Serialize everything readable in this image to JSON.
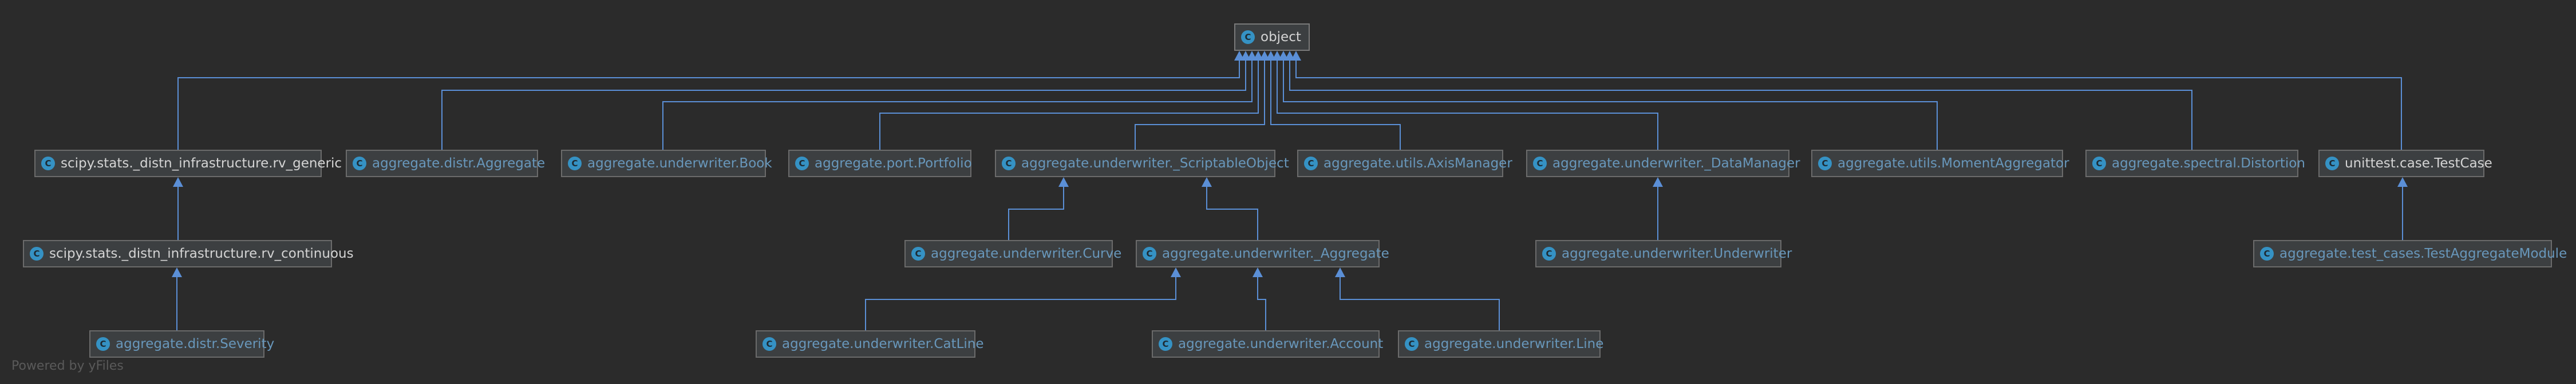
{
  "diagram": {
    "watermark": "Powered by yFiles",
    "icon_letter": "C",
    "edge_color": "#5b8fd6",
    "nodes": [
      {
        "id": "object",
        "label": "object",
        "kind": "lib"
      },
      {
        "id": "rv_generic",
        "label": "scipy.stats._distn_infrastructure.rv_generic",
        "kind": "lib"
      },
      {
        "id": "agg_distr_aggregate",
        "label": "aggregate.distr.Aggregate",
        "kind": "proj"
      },
      {
        "id": "uw_book",
        "label": "aggregate.underwriter.Book",
        "kind": "proj"
      },
      {
        "id": "port_portfolio",
        "label": "aggregate.port.Portfolio",
        "kind": "proj"
      },
      {
        "id": "uw_scriptable",
        "label": "aggregate.underwriter._ScriptableObject",
        "kind": "proj"
      },
      {
        "id": "utils_axis",
        "label": "aggregate.utils.AxisManager",
        "kind": "proj"
      },
      {
        "id": "uw_datamanager",
        "label": "aggregate.underwriter._DataManager",
        "kind": "proj"
      },
      {
        "id": "utils_moment",
        "label": "aggregate.utils.MomentAggregator",
        "kind": "proj"
      },
      {
        "id": "spectral_distortion",
        "label": "aggregate.spectral.Distortion",
        "kind": "proj"
      },
      {
        "id": "unittest_testcase",
        "label": "unittest.case.TestCase",
        "kind": "lib"
      },
      {
        "id": "rv_continuous",
        "label": "scipy.stats._distn_infrastructure.rv_continuous",
        "kind": "lib"
      },
      {
        "id": "uw_curve",
        "label": "aggregate.underwriter.Curve",
        "kind": "proj"
      },
      {
        "id": "uw_aggregate",
        "label": "aggregate.underwriter._Aggregate",
        "kind": "proj"
      },
      {
        "id": "uw_underwriter",
        "label": "aggregate.underwriter.Underwriter",
        "kind": "proj"
      },
      {
        "id": "test_module",
        "label": "aggregate.test_cases.TestAggregateModule",
        "kind": "proj"
      },
      {
        "id": "distr_severity",
        "label": "aggregate.distr.Severity",
        "kind": "proj"
      },
      {
        "id": "uw_catline",
        "label": "aggregate.underwriter.CatLine",
        "kind": "proj"
      },
      {
        "id": "uw_account",
        "label": "aggregate.underwriter.Account",
        "kind": "proj"
      },
      {
        "id": "uw_line",
        "label": "aggregate.underwriter.Line",
        "kind": "proj"
      }
    ],
    "edges": [
      {
        "from": "rv_generic",
        "to": "object"
      },
      {
        "from": "agg_distr_aggregate",
        "to": "object"
      },
      {
        "from": "uw_book",
        "to": "object"
      },
      {
        "from": "port_portfolio",
        "to": "object"
      },
      {
        "from": "uw_scriptable",
        "to": "object"
      },
      {
        "from": "utils_axis",
        "to": "object"
      },
      {
        "from": "uw_datamanager",
        "to": "object"
      },
      {
        "from": "utils_moment",
        "to": "object"
      },
      {
        "from": "spectral_distortion",
        "to": "object"
      },
      {
        "from": "unittest_testcase",
        "to": "object"
      },
      {
        "from": "rv_continuous",
        "to": "rv_generic"
      },
      {
        "from": "distr_severity",
        "to": "rv_continuous"
      },
      {
        "from": "uw_curve",
        "to": "uw_scriptable"
      },
      {
        "from": "uw_aggregate",
        "to": "uw_scriptable"
      },
      {
        "from": "uw_catline",
        "to": "uw_aggregate"
      },
      {
        "from": "uw_account",
        "to": "uw_aggregate"
      },
      {
        "from": "uw_line",
        "to": "uw_aggregate"
      },
      {
        "from": "uw_underwriter",
        "to": "uw_datamanager"
      },
      {
        "from": "test_module",
        "to": "unittest_testcase"
      }
    ]
  }
}
